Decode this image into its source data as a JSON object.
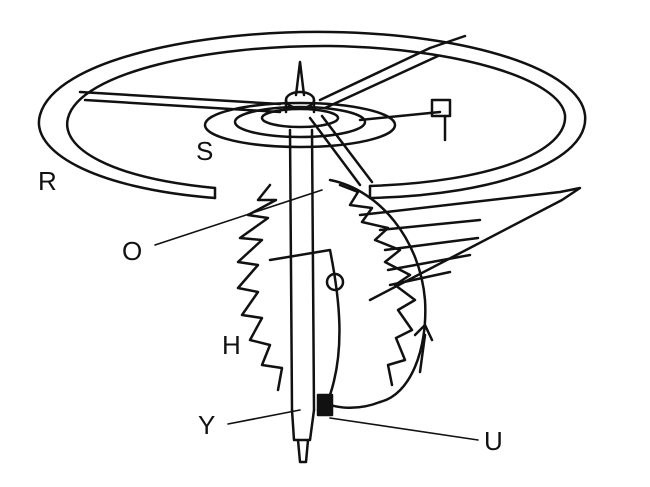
{
  "diagram": {
    "labels": {
      "R": "R",
      "S": "S",
      "O": "O",
      "H": "H",
      "Y": "Y",
      "U": "U"
    },
    "ink_color": "#111111",
    "background_color": "#ffffff"
  }
}
